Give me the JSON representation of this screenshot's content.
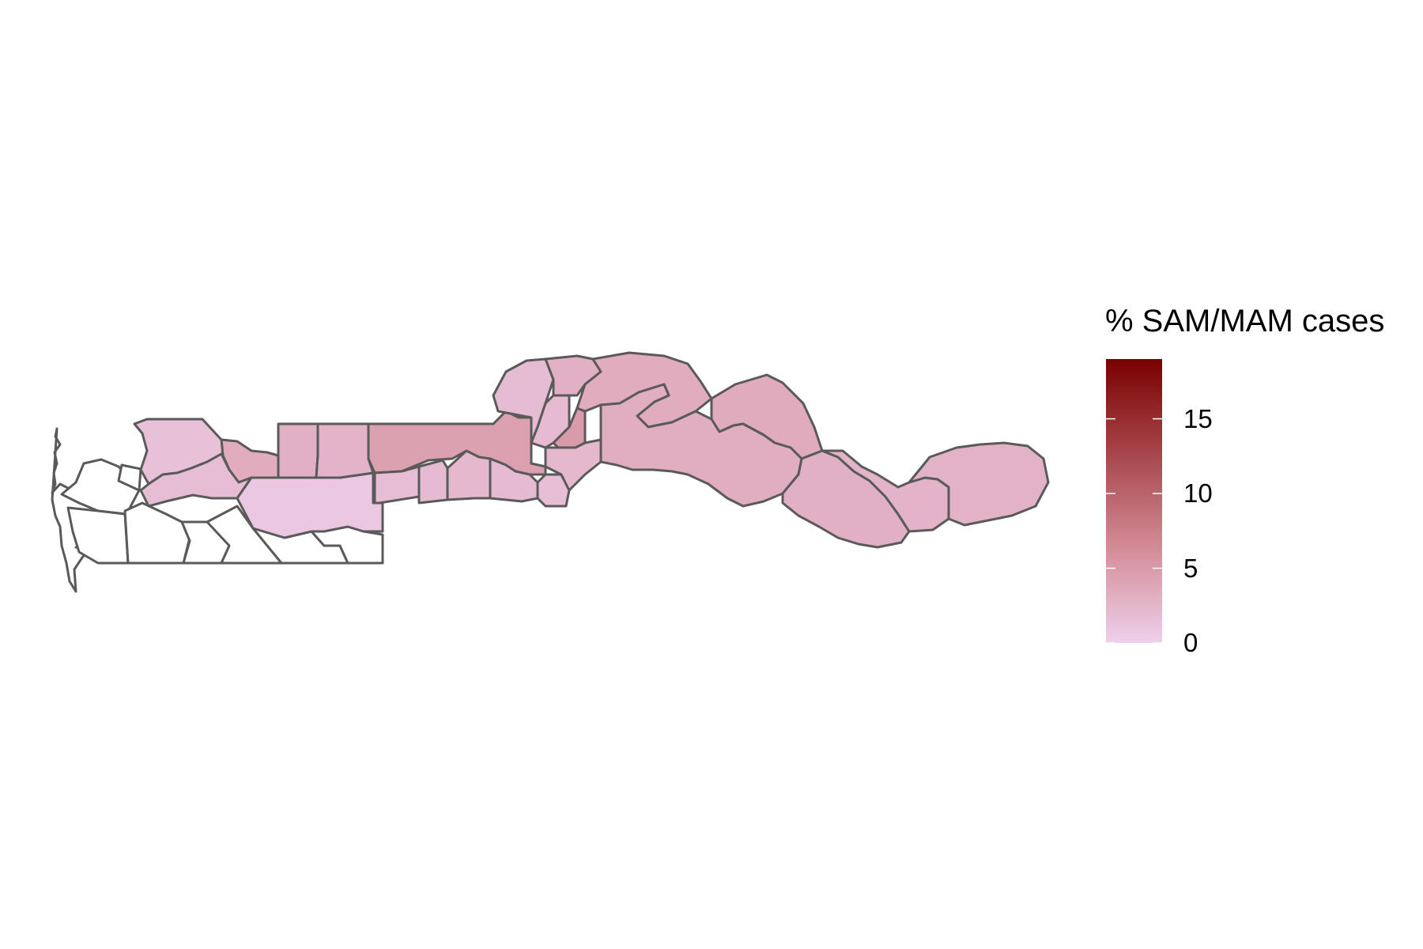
{
  "legend": {
    "title": "% SAM/MAM cases",
    "color_low": "#eed0ec",
    "color_mid": "#d58f9a",
    "color_high": "#7a0000",
    "range": [
      0,
      19
    ],
    "ticks": [
      {
        "value": 0,
        "label": "0"
      },
      {
        "value": 5,
        "label": "5"
      },
      {
        "value": 10,
        "label": "10"
      },
      {
        "value": 15,
        "label": "15"
      }
    ]
  },
  "map": {
    "border_color": "#5a5a5a",
    "no_data_fill": "#ffffff",
    "regions": [
      {
        "id": "west-coast-1",
        "value": null
      },
      {
        "id": "west-coast-2",
        "value": null
      },
      {
        "id": "west-coast-3",
        "value": null
      },
      {
        "id": "west-coast-4",
        "value": null
      },
      {
        "id": "west-coast-5",
        "value": null
      },
      {
        "id": "west-coast-6",
        "value": null
      },
      {
        "id": "west-coast-7",
        "value": null
      },
      {
        "id": "west-coast-8",
        "value": null
      },
      {
        "id": "west-coast-9",
        "value": null
      },
      {
        "id": "north-bank-west",
        "value": 1.5
      },
      {
        "id": "north-bank-central",
        "value": 3.4
      },
      {
        "id": "lower-river-inner",
        "value": 1.8
      },
      {
        "id": "lower-river-south",
        "value": 0.8
      },
      {
        "id": "north-bank-2",
        "value": 3.0
      },
      {
        "id": "north-bank-3",
        "value": 2.6
      },
      {
        "id": "central-river-north-west",
        "value": 4.4
      },
      {
        "id": "central-river-south-1",
        "value": 1.8
      },
      {
        "id": "central-river-south-2",
        "value": 2.0
      },
      {
        "id": "central-river-south-3",
        "value": 2.2
      },
      {
        "id": "central-river-south-4",
        "value": 2.0
      },
      {
        "id": "central-river-south-5",
        "value": 1.7
      },
      {
        "id": "mid-loop-west",
        "value": 1.9
      },
      {
        "id": "mid-loop-north",
        "value": 3.0
      },
      {
        "id": "mid-loop-inner",
        "value": 2.0
      },
      {
        "id": "mid-loop-hot",
        "value": 5.0
      },
      {
        "id": "mid-loop-south",
        "value": 2.2
      },
      {
        "id": "upper-river-north-1",
        "value": 3.4
      },
      {
        "id": "upper-river-north-2",
        "value": 3.5
      },
      {
        "id": "upper-river-bend",
        "value": 3.2
      },
      {
        "id": "upper-river-south",
        "value": 3.0
      },
      {
        "id": "east-river-west",
        "value": 2.6
      },
      {
        "id": "east-river-east",
        "value": 2.8
      }
    ]
  }
}
